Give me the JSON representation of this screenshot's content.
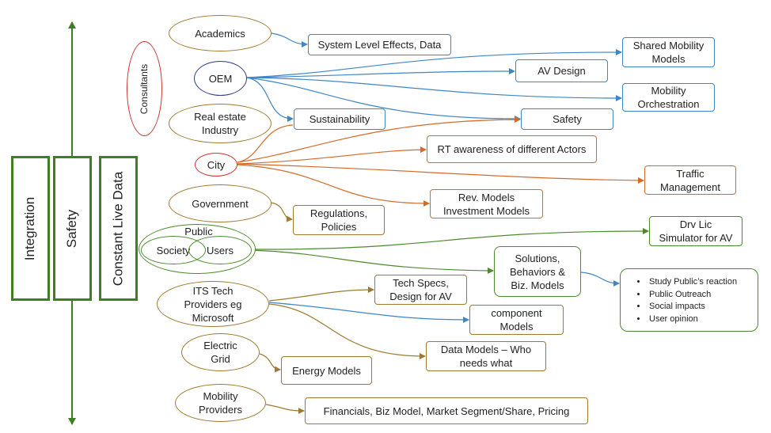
{
  "bars": {
    "integration": "Integration",
    "safety": "Safety",
    "live_data": "Constant Live Data"
  },
  "stakeholders": {
    "consultants": "Consultants",
    "academics": "Academics",
    "oem": "OEM",
    "real_estate": "Real estate\nIndustry",
    "city": "City",
    "government": "Government",
    "public": "Public",
    "society": "Society",
    "users": "Users",
    "its": "ITS Tech\nProviders eg\nMicrosoft",
    "electric_grid": "Electric\nGrid",
    "mobility_providers": "Mobility\nProviders"
  },
  "outcomes": {
    "system_level": "System Level Effects, Data",
    "shared_mobility": "Shared Mobility\nModels",
    "av_design": "AV Design",
    "mobility_orch": "Mobility\nOrchestration",
    "sustainability": "Sustainability",
    "safety": "Safety",
    "rt_awareness": "RT awareness of different Actors",
    "traffic_mgmt": "Traffic\nManagement",
    "rev_models": "Rev. Models\nInvestment Models",
    "regulations": "Regulations,\nPolicies",
    "drv_lic": "Drv Lic\nSimulator for AV",
    "solutions": "Solutions,\nBehaviors &\nBiz. Models",
    "tech_specs": "Tech Specs,\nDesign for AV",
    "component": "component\nModels",
    "data_models": "Data Models – Who\nneeds what",
    "energy": "Energy Models",
    "financials": "Financials, Biz Model, Market Segment/Share, Pricing"
  },
  "study_list": [
    "Study Public’s reaction",
    "Public Outreach",
    "Social impacts",
    "User opinion"
  ],
  "colors": {
    "blue": "#3f86c6",
    "orange": "#d46a2a",
    "olive": "#9e7a2e",
    "green": "#4d8a2e",
    "bar_green": "#3f7f23",
    "navy": "#2f3e8c",
    "red": "#cc3333"
  }
}
